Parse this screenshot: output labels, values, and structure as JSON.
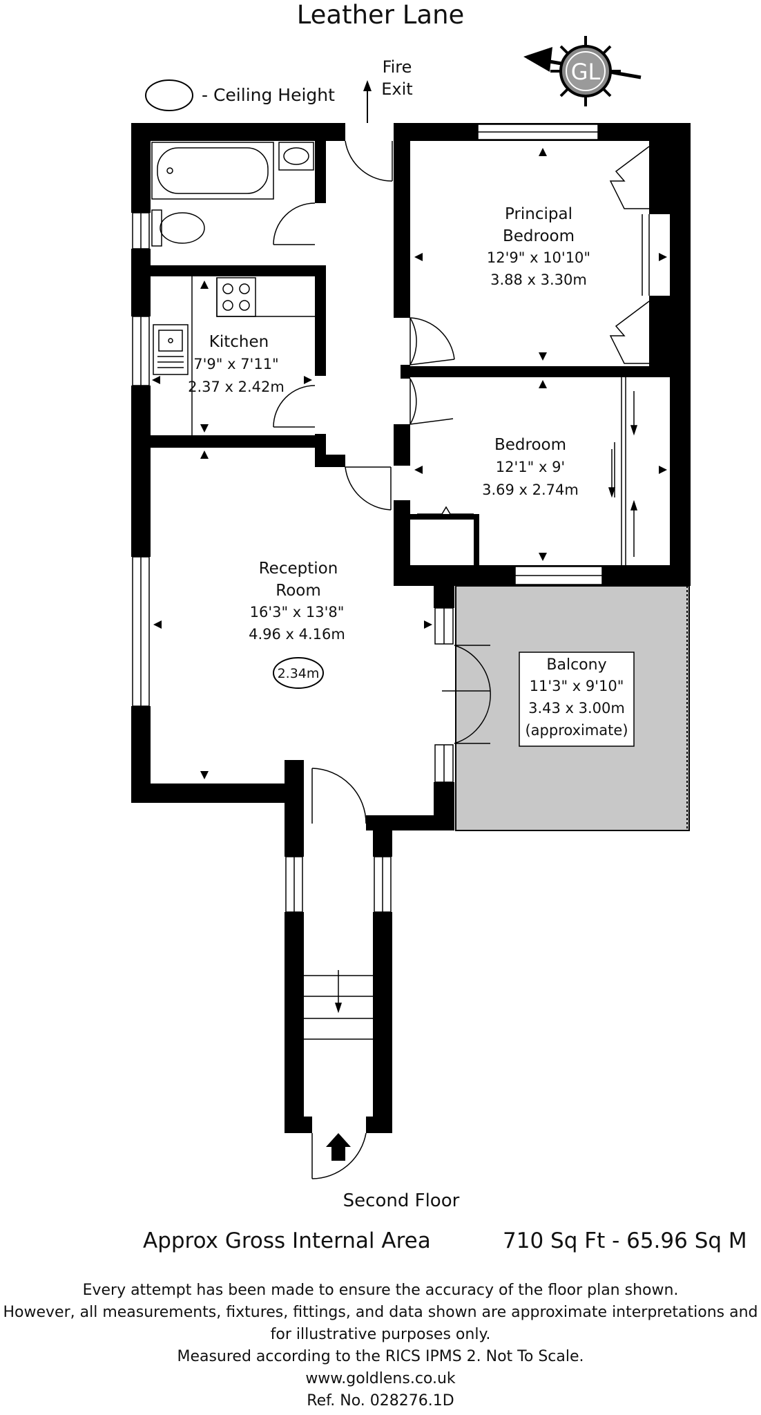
{
  "title": "Leather Lane",
  "legend": {
    "ceiling_height_label": "- Ceiling Height"
  },
  "fire_exit": {
    "line1": "Fire",
    "line2": "Exit"
  },
  "logo": {
    "text": "GL"
  },
  "rooms": {
    "principal_bedroom": {
      "name1": "Principal",
      "name2": "Bedroom",
      "imperial": "12'9\" x 10'10\"",
      "metric": "3.88 x 3.30m"
    },
    "bedroom": {
      "name": "Bedroom",
      "imperial": "12'1\" x 9'",
      "metric": "3.69 x 2.74m"
    },
    "kitchen": {
      "name": "Kitchen",
      "imperial": "7'9\" x 7'11\"",
      "metric": "2.37 x 2.42m"
    },
    "reception": {
      "name1": "Reception",
      "name2": "Room",
      "imperial": "16'3\" x 13'8\"",
      "metric": "4.96 x 4.16m"
    },
    "balcony": {
      "name": "Balcony",
      "imperial": "11'3\" x 9'10\"",
      "metric": "3.43 x 3.00m",
      "note": "(approximate)"
    }
  },
  "ceiling_height": "2.34m",
  "floor_label": "Second Floor",
  "area": {
    "label": "Approx Gross Internal Area",
    "value": "710 Sq Ft  - 65.96 Sq M"
  },
  "disclaimer": [
    "Every attempt has been made to ensure the accuracy of the floor plan shown.",
    "However, all measurements, fixtures, fittings, and data shown are approximate interpretations and",
    "for illustrative purposes only.",
    "Measured according to the RICS IPMS 2. Not To Scale.",
    "www.goldlens.co.uk",
    "Ref. No. 028276.1D"
  ],
  "colors": {
    "wall": "#000000",
    "balcony_fill": "#c8c8c8",
    "background": "#ffffff"
  }
}
